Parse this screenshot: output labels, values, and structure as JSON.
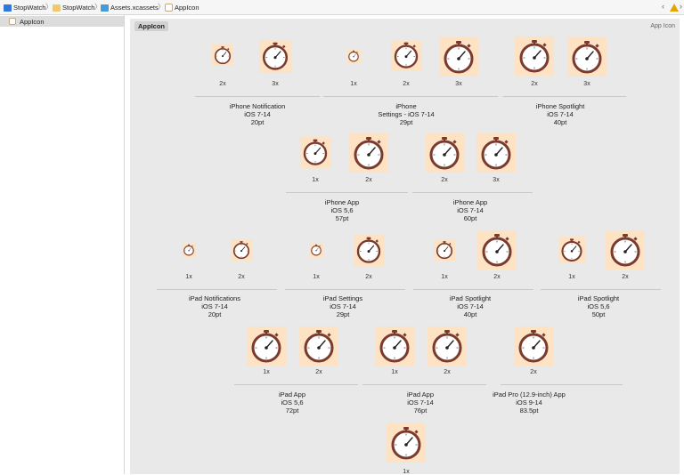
{
  "breadcrumb": {
    "items": [
      "StopWatch",
      "StopWatch",
      "Assets.xcassets",
      "AppIcon"
    ],
    "separator": "〉"
  },
  "nav": {
    "back": "‹",
    "forward": "›"
  },
  "sidebar": {
    "items": [
      {
        "label": "AppIcon"
      }
    ]
  },
  "set": {
    "name": "AppIcon",
    "type": "App Icon"
  },
  "groups": [
    {
      "lines": [
        "iPhone Notification",
        "iOS 7-14",
        "20pt"
      ],
      "slots": [
        "2x",
        "3x"
      ]
    },
    {
      "lines": [
        "iPhone",
        "Settings - iOS 7-14",
        "29pt"
      ],
      "slots": [
        "1x",
        "2x",
        "3x"
      ]
    },
    {
      "lines": [
        "iPhone Spotlight",
        "iOS 7-14",
        "40pt"
      ],
      "slots": [
        "2x",
        "3x"
      ]
    },
    {
      "lines": [
        "iPhone App",
        "iOS 5,6",
        "57pt"
      ],
      "slots": [
        "1x",
        "2x"
      ]
    },
    {
      "lines": [
        "iPhone App",
        "iOS 7-14",
        "60pt"
      ],
      "slots": [
        "2x",
        "3x"
      ]
    },
    {
      "lines": [
        "iPad Notifications",
        "iOS 7-14",
        "20pt"
      ],
      "slots": [
        "1x",
        "2x"
      ]
    },
    {
      "lines": [
        "iPad Settings",
        "iOS 7-14",
        "29pt"
      ],
      "slots": [
        "1x",
        "2x"
      ]
    },
    {
      "lines": [
        "iPad Spotlight",
        "iOS 7-14",
        "40pt"
      ],
      "slots": [
        "1x",
        "2x"
      ]
    },
    {
      "lines": [
        "iPad Spotlight",
        "iOS 5,6",
        "50pt"
      ],
      "slots": [
        "1x",
        "2x"
      ]
    },
    {
      "lines": [
        "iPad App",
        "iOS 5,6",
        "72pt"
      ],
      "slots": [
        "1x",
        "2x"
      ]
    },
    {
      "lines": [
        "iPad App",
        "iOS 7-14",
        "76pt"
      ],
      "slots": [
        "1x",
        "2x"
      ]
    },
    {
      "lines": [
        "iPad Pro (12.9-inch) App",
        "iOS 9-14",
        "83.5pt"
      ],
      "slots": [
        "2x"
      ]
    },
    {
      "lines": [],
      "slots": [
        "1x"
      ]
    }
  ],
  "colors": {
    "well": "#fde3c4",
    "stopwatch_ring": "#7a3b2e",
    "hand": "#222222"
  }
}
